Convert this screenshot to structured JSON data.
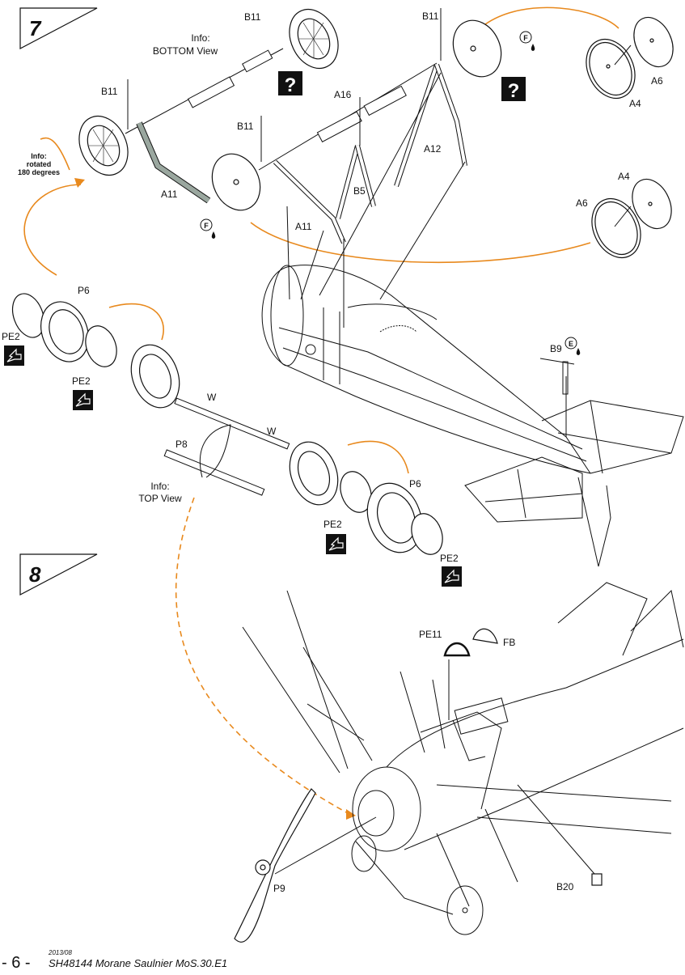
{
  "steps": [
    {
      "number": "7"
    },
    {
      "number": "8"
    }
  ],
  "info": {
    "bottom_view_1": "Info:",
    "bottom_view_2": "BOTTOM View",
    "rotated_1": "Info:",
    "rotated_2": "rotated",
    "rotated_3": "180 degrees",
    "top_view_1": "Info:",
    "top_view_2": "TOP View"
  },
  "labels": {
    "b11_a": "B11",
    "b11_b": "B11",
    "b11_c": "B11",
    "b11_d": "B11",
    "a16": "A16",
    "a12": "A12",
    "a11_a": "A11",
    "a11_b": "A11",
    "b5": "B5",
    "a4_a": "A4",
    "a6_a": "A6",
    "a4_b": "A4",
    "a6_b": "A6",
    "p6_a": "P6",
    "p6_b": "P6",
    "pe2_a": "PE2",
    "pe2_b": "PE2",
    "pe2_c": "PE2",
    "pe2_d": "PE2",
    "w_a": "W",
    "w_b": "W",
    "p8": "P8",
    "b9": "B9",
    "pe11": "PE11",
    "fb": "FB",
    "p9": "P9",
    "b20": "B20"
  },
  "badges": {
    "f1": "F",
    "f2": "F",
    "e1": "E",
    "question": "?"
  },
  "footer": {
    "page": "- 6 -",
    "date": "2013/08",
    "kit": "SH48144 Morane Saulnier MoS.30.E1"
  },
  "colors": {
    "ink": "#111111",
    "orange": "#e8891d",
    "part_grey": "#9aa79f"
  }
}
